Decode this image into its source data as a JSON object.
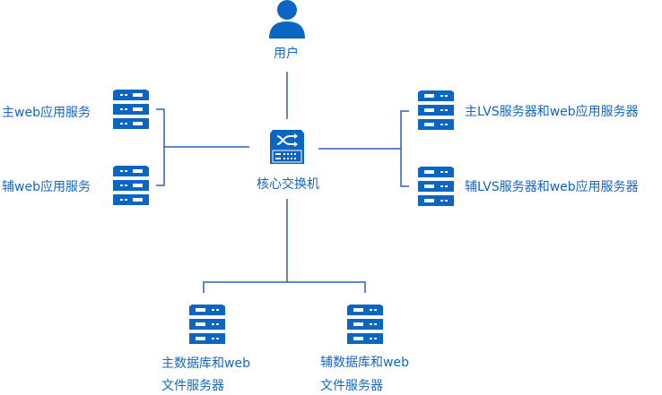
{
  "colors": {
    "accent": "#0a66c2",
    "line": "#2c5fbf",
    "text": "#1565c0"
  },
  "nodes": {
    "user": {
      "label": "用户",
      "icon": "user-icon"
    },
    "core_switch": {
      "label": "核心交换机",
      "icon": "network-switch-icon"
    },
    "primary_web": {
      "label": "主web应用服务",
      "icon": "server-icon"
    },
    "secondary_web": {
      "label": "辅web应用服务",
      "icon": "server-icon"
    },
    "primary_lvs": {
      "label": "主LVS服务器和web应用服务器",
      "icon": "server-icon"
    },
    "secondary_lvs": {
      "label": "辅LVS服务器和web应用服务器",
      "icon": "server-icon"
    },
    "primary_db": {
      "label_line1": "主数据库和web",
      "label_line2": "文件服务器",
      "icon": "server-icon"
    },
    "secondary_db": {
      "label_line1": "辅数据库和web",
      "label_line2": "文件服务器",
      "icon": "server-icon"
    }
  },
  "connections": [
    [
      "user",
      "core_switch"
    ],
    [
      "core_switch",
      "primary_web"
    ],
    [
      "core_switch",
      "secondary_web"
    ],
    [
      "core_switch",
      "primary_lvs"
    ],
    [
      "core_switch",
      "secondary_lvs"
    ],
    [
      "core_switch",
      "primary_db"
    ],
    [
      "core_switch",
      "secondary_db"
    ]
  ]
}
